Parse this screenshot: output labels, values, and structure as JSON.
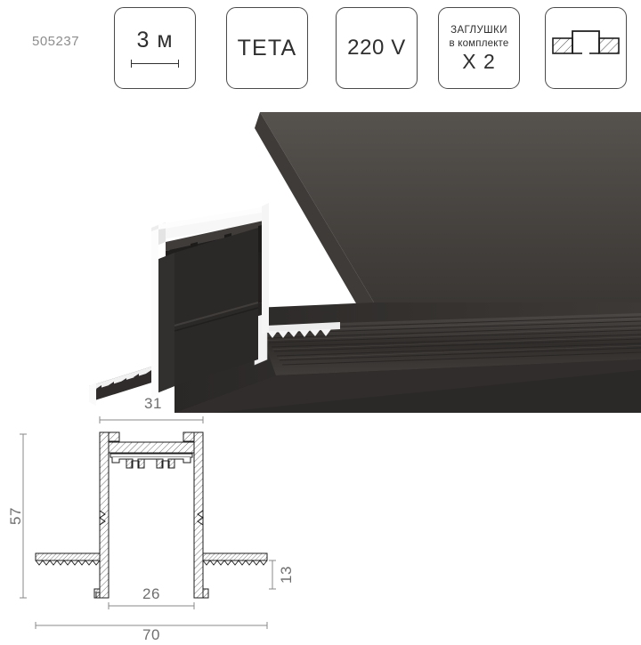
{
  "product": {
    "article_number": "505237",
    "series_name": "TETA"
  },
  "badges": [
    {
      "id": "length",
      "icon": "length-dimension-icon",
      "value": "3 м"
    },
    {
      "id": "series",
      "icon": "series-name-icon",
      "value": "TETA"
    },
    {
      "id": "voltage",
      "icon": "voltage-icon",
      "value": "220 V"
    },
    {
      "id": "end-caps",
      "icon": "end-caps-icon",
      "line1": "ЗАГЛУШКИ",
      "line2": "в комплекте",
      "line3": "X 2"
    },
    {
      "id": "mounting",
      "icon": "recessed-mounting-icon",
      "value": ""
    }
  ],
  "drawing": {
    "dimensions": {
      "top_inner_width": "31",
      "total_height": "57",
      "channel_width": "26",
      "total_width": "70",
      "flange_depth": "13"
    }
  },
  "colors": {
    "body_dark": "#2b2928",
    "body_mid": "#3b3836",
    "body_light": "#55514e",
    "cut_face": "#f4f4f4",
    "copper": "#bd7742",
    "copper_light": "#d59a63",
    "line": "#4a4a4a",
    "dim_text": "#6f6f6f",
    "article_text": "#8d8d8d",
    "background": "#ffffff"
  }
}
